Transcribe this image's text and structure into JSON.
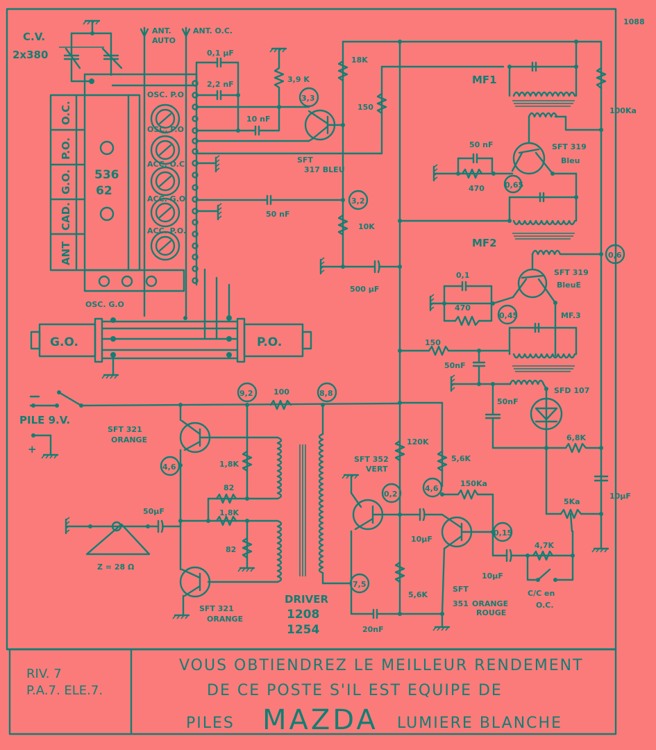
{
  "drawing_number": "1088",
  "top": {
    "cv_label": "C.V.",
    "cv_value": "2x380",
    "ant_auto_1": "ANT.",
    "ant_auto_2": "AUTO",
    "ant_oc": "ANT. O.C."
  },
  "coil_block": {
    "bands": [
      "O.C.",
      "P.O.",
      "G.O.",
      "CAD.",
      "ANT"
    ],
    "ref_1": "536",
    "ref_2": "62",
    "trimmers": [
      "OSC. P.O",
      "OSC. P.O",
      "ACC. O.C.",
      "ACC. G.O",
      "ACC. P.O."
    ],
    "osc_go": "OSC. G.O"
  },
  "rod": {
    "go": "G.O.",
    "po": "P.O."
  },
  "mixer": {
    "c1": "0,1 μF",
    "c2": "2,2 nF",
    "c3": "10 nF",
    "r1": "3,9 K",
    "v1": "3,3",
    "r2": "18K",
    "r3": "150",
    "trans_1": "SFT",
    "trans_2": "317 BLEU",
    "c4": "50 nF",
    "v2": "3,2",
    "r4": "10K",
    "c5": "500 μF"
  },
  "if_stage": {
    "mf1": "MF1",
    "r100k": "100Ka",
    "c50": "50 nF",
    "r470a": "470",
    "v3": "0,65",
    "t1_1": "SFT 319",
    "t1_2": "Bleu",
    "mf2": "MF2",
    "v4": "0,6",
    "c01": "0,1",
    "r470b": "470",
    "v5": "0,45",
    "t2_1": "SFT 319",
    "t2_2": "BleuE",
    "mf3": "MF.3",
    "r150": "150",
    "c50b": "50nF",
    "diode": "SFD 107",
    "c50c": "50nF",
    "r68": "6,8K",
    "c10": "10μF",
    "pot": "5Ka"
  },
  "battery": {
    "minus": "−",
    "label": "PILE 9.V.",
    "plus": "+"
  },
  "audio": {
    "v6": "9,2",
    "r100": "100",
    "v7": "8,8",
    "out1_1": "SFT 321",
    "out1_2": "ORANGE",
    "v8": "4,6",
    "r18k": "1,8K",
    "r82a": "82",
    "r18kb": "1,8K",
    "r82b": "82",
    "c50u": "50μF",
    "spk": "Z = 28 Ω",
    "out2_1": "SFT 321",
    "out2_2": "ORANGE",
    "drv_1": "DRIVER",
    "drv_2": "1208",
    "drv_3": "1254",
    "t352_1": "SFT 352",
    "t352_2": "VERT",
    "r120": "120K",
    "v9": "0,2",
    "r56a": "5,6K",
    "v10": "4,6",
    "r150k": "150Ka",
    "c10a": "10μF",
    "v11": "0,15",
    "c10b": "10μF",
    "r47": "4,7K",
    "v12": "7,5",
    "r56b": "5,6K",
    "c20": "20nF",
    "t351_1": "SFT",
    "t351_2": "351",
    "t351_3": "ORANGE",
    "t351_4": "ROUGE",
    "sw_1": "C/C en",
    "sw_2": "O.C."
  },
  "footer": {
    "left_1": "RIV. 7",
    "left_2": "P.A.7. ELE.7.",
    "line_1": "VOUS OBTIENDREZ LE MEILLEUR RENDEMENT",
    "line_2": "DE CE POSTE  S'IL EST EQUIPE DE",
    "piles": "PILES",
    "brand": "MAZDA",
    "tagline": "LUMIERE BLANCHE"
  }
}
